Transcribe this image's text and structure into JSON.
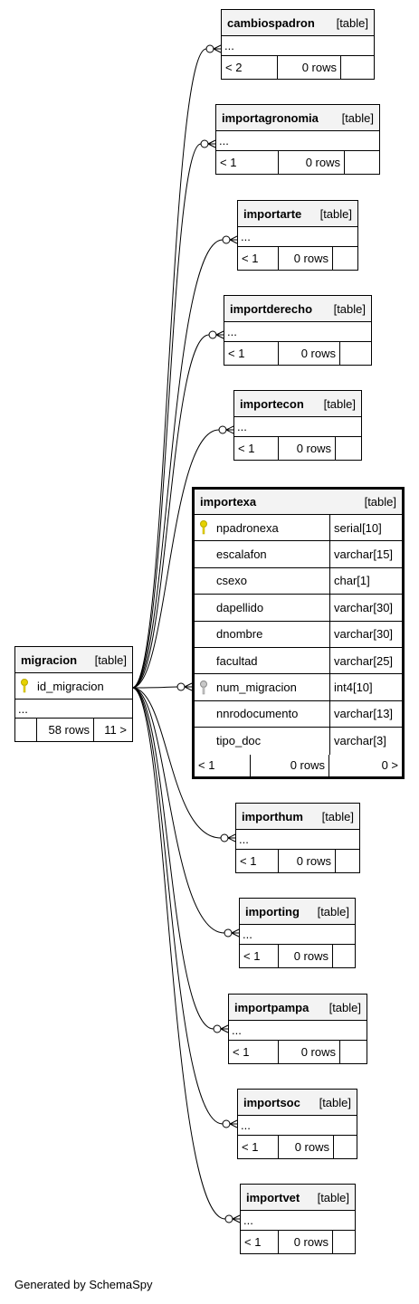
{
  "footer": "Generated by SchemaSpy",
  "source": {
    "name": "migracion",
    "kind": "[table]",
    "column": "id_migracion",
    "ellipsis": "...",
    "rows": "58 rows",
    "children": "11 >"
  },
  "main": {
    "name": "importexa",
    "kind": "[table]",
    "columns": [
      {
        "name": "npadronexa",
        "type": "serial[10]",
        "key": "primary"
      },
      {
        "name": "escalafon",
        "type": "varchar[15]",
        "key": ""
      },
      {
        "name": "csexo",
        "type": "char[1]",
        "key": ""
      },
      {
        "name": "dapellido",
        "type": "varchar[30]",
        "key": ""
      },
      {
        "name": "dnombre",
        "type": "varchar[30]",
        "key": ""
      },
      {
        "name": "facultad",
        "type": "varchar[25]",
        "key": ""
      },
      {
        "name": "num_migracion",
        "type": "int4[10]",
        "key": "foreign"
      },
      {
        "name": "nnrodocumento",
        "type": "varchar[13]",
        "key": ""
      },
      {
        "name": "tipo_doc",
        "type": "varchar[3]",
        "key": ""
      }
    ],
    "parents": "< 1",
    "rows": "0 rows",
    "children": "0 >"
  },
  "tables": [
    {
      "name": "cambiospadron",
      "kind": "[table]",
      "ellipsis": "...",
      "parents": "< 2",
      "rows": "0 rows"
    },
    {
      "name": "importagronomia",
      "kind": "[table]",
      "ellipsis": "...",
      "parents": "< 1",
      "rows": "0 rows"
    },
    {
      "name": "importarte",
      "kind": "[table]",
      "ellipsis": "...",
      "parents": "< 1",
      "rows": "0 rows"
    },
    {
      "name": "importderecho",
      "kind": "[table]",
      "ellipsis": "...",
      "parents": "< 1",
      "rows": "0 rows"
    },
    {
      "name": "importecon",
      "kind": "[table]",
      "ellipsis": "...",
      "parents": "< 1",
      "rows": "0 rows"
    },
    {
      "name": "importhum",
      "kind": "[table]",
      "ellipsis": "...",
      "parents": "< 1",
      "rows": "0 rows"
    },
    {
      "name": "importing",
      "kind": "[table]",
      "ellipsis": "...",
      "parents": "< 1",
      "rows": "0 rows"
    },
    {
      "name": "importpampa",
      "kind": "[table]",
      "ellipsis": "...",
      "parents": "< 1",
      "rows": "0 rows"
    },
    {
      "name": "importsoc",
      "kind": "[table]",
      "ellipsis": "...",
      "parents": "< 1",
      "rows": "0 rows"
    },
    {
      "name": "importvet",
      "kind": "[table]",
      "ellipsis": "...",
      "parents": "< 1",
      "rows": "0 rows"
    }
  ],
  "colors": {
    "primary_key": "#e6d200",
    "foreign_key": "#a0a0a0",
    "header_bg": "#f3f3f3"
  }
}
